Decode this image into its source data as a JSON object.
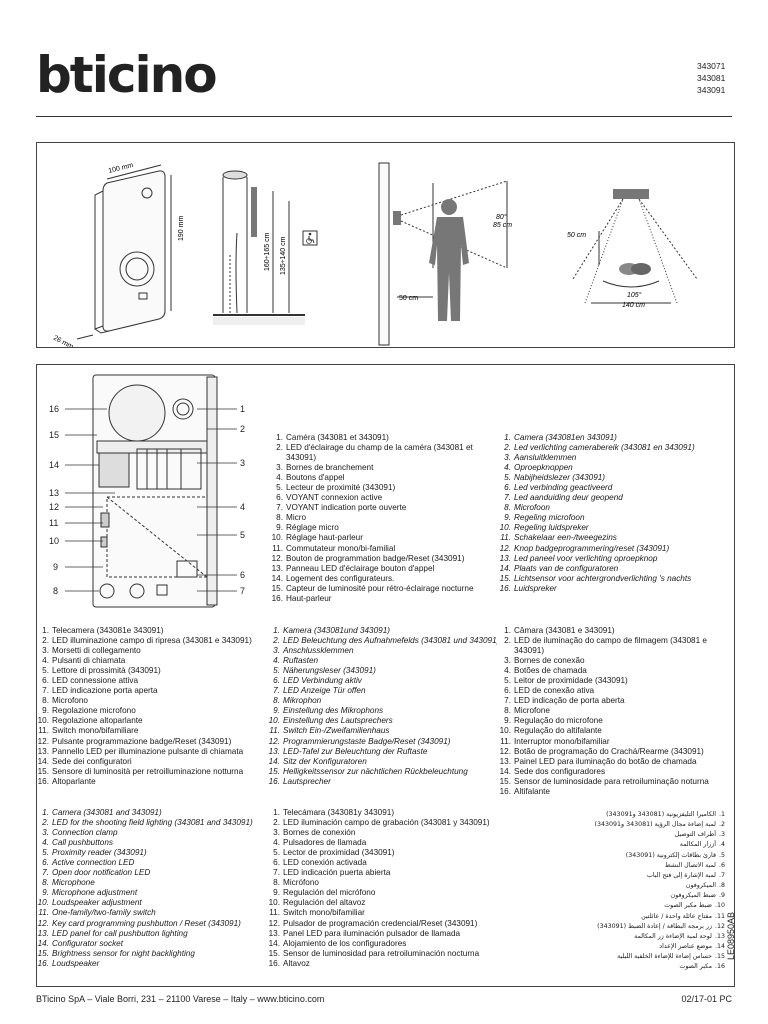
{
  "header": {
    "logo": "bticino",
    "codes": [
      "343071",
      "343081",
      "343091"
    ]
  },
  "figure1": {
    "dim_width": "100 mm",
    "dim_height": "190 mm",
    "dim_depth": "26 mm",
    "dim_mount_a": "160÷165 cm",
    "dim_mount_b": "135÷140 cm",
    "dim_distance": "50 cm",
    "angle_vertical": "80°",
    "dist_vertical": "85 cm",
    "dist_top": "50 cm",
    "angle_horizontal": "105°",
    "dist_horizontal": "140 cm"
  },
  "figure2": {
    "callouts_left": [
      "16",
      "15",
      "14",
      "13",
      "12",
      "11",
      "10",
      "9",
      "8"
    ],
    "callouts_right": [
      "1",
      "2",
      "3",
      "4",
      "5",
      "6",
      "7"
    ]
  },
  "lists": {
    "fr": [
      "Caméra (343081 et 343091)",
      "LED d'éclairage du champ de la caméra (343081 et 343091)",
      "Bornes de branchement",
      "Boutons d'appel",
      "Lecteur de proximité (343091)",
      "VOYANT connexion active",
      "VOYANT indication porte ouverte",
      "Micro",
      "Réglage micro",
      "Réglage haut-parleur",
      "Commutateur mono/bi-familial",
      "Bouton de programmation badge/Reset (343091)",
      "Panneau LED d'éclairage bouton d'appel",
      "Logement des configurateurs.",
      "Capteur de luminosité pour rétro-éclairage nocturne",
      "Haut-parleur"
    ],
    "nl": [
      "Camera (343081en 343091)",
      "Led verlichting camerabereik (343081 en 343091)",
      "Aansluitklemmen",
      "Oproepknoppen",
      "Nabijheidslezer (343091)",
      "Led verbinding geactiveerd",
      "Led aanduiding deur geopend",
      "Microfoon",
      "Regeling microfoon",
      "Regeling luidspreker",
      "Schakelaar een-/tweegezins",
      "Knop badgeprogrammering/reset (343091)",
      "Led paneel voor verlichting oproepknop",
      "Plaats van de configuratoren",
      "Lichtsensor voor achtergrondverlichting 's nachts",
      "Luidspreker"
    ],
    "it": [
      "Telecamera (343081e 343091)",
      "LED illuminazione campo di ripresa (343081 e 343091)",
      "Morsetti di collegamento",
      "Pulsanti di chiamata",
      "Lettore di prossimità (343091)",
      "LED connessione attiva",
      "LED indicazione porta aperta",
      "Microfono",
      "Regolazione microfono",
      "Regolazione altoparlante",
      "Switch mono/bifamiliare",
      "Pulsante programmazione badge/Reset (343091)",
      "Pannello LED per illuminazione pulsante di chiamata",
      "Sede dei configuratori",
      "Sensore di luminosità per retroilluminazione notturna",
      "Altoparlante"
    ],
    "de": [
      "Kamera (343081und 343091)",
      "LED Beleuchtung des Aufnahmefelds (343081 und 343091)",
      "Anschlussklemmen",
      "Ruftasten",
      "Näherungsleser (343091)",
      "LED Verbindung aktiv",
      "LED Anzeige Tür offen",
      "Mikrophon",
      "Einstellung des Mikrophons",
      "Einstellung des Lautsprechers",
      "Switch Ein-/Zweifamilienhaus",
      "Programmierungstaste Badge/Reset (343091)",
      "LED-Tafel zur Beleuchtung der Ruftaste",
      "Sitz der Konfiguratoren",
      "Helligkeitssensor zur nächtlichen Rückbeleuchtung",
      "Lautsprecher"
    ],
    "pt": [
      "Câmara (343081 e 343091)",
      "LED de iluminação do campo de filmagem (343081 e 343091)",
      "Bornes de conexão",
      "Botões de chamada",
      "Leitor de proximidade (343091)",
      "LED de conexão ativa",
      "LED indicação de porta aberta",
      "Microfone",
      "Regulação do microfone",
      "Regulação do altifalante",
      "Interruptor mono/bifamiliar",
      "Botão de programação do Crachá/Rearme (343091)",
      "Painel LED para iluminação do botão de chamada",
      "Sede dos configuradores",
      "Sensor de luminosidade para retroiluminação noturna",
      "Altifalante"
    ],
    "en": [
      "Camera (343081 and 343091)",
      "LED for the shooting field lighting (343081 and 343091)",
      "Connection clamp",
      "Call pushbuttons",
      "Proximity reader (343091)",
      "Active connection LED",
      "Open door notification LED",
      "Microphone",
      "Microphone adjustment",
      "Loudspeaker adjustment",
      "One-family/two-family switch",
      "Key card programming pushbutton / Reset (343091)",
      "LED panel for call pushbutton lighting",
      "Configurator socket",
      "Brightness sensor for night backlighting",
      "Loudspeaker"
    ],
    "es": [
      "Telecámara (343081y 343091)",
      "LED iluminación campo de grabación (343081 y 343091)",
      "Bornes de conexión",
      "Pulsadores de llamada",
      "Lector de proximidad (343091)",
      "LED conexión activada",
      "LED indicación puerta abierta",
      "Micrófono",
      "Regulación del micrófono",
      "Regulación del altavoz",
      "Switch mono/bifamiliar",
      "Pulsador de programación credencial/Reset (343091)",
      "Panel LED para iluminación pulsador de llamada",
      "Alojamiento de los configuradores",
      "Sensor de luminosidad para retroiluminación nocturna",
      "Altavoz"
    ],
    "ar": [
      "الكاميرا التليفزيونية (343081 و343091)",
      "لمبة إضاءة مجال الرؤية (343081 و343091)",
      "أطراف التوصيل",
      "أزرار المكالمة",
      "قارئ بطاقات إلكترونية (343091)",
      "لمبة الاتصال النشط",
      "لمبة الإشارة إلى فتح الباب",
      "الميكروفون",
      "ضبط الميكروفون",
      "ضبط مكبر الصوت",
      "مفتاح عائلة واحدة / عائلتين",
      "زر برمجة البطاقة / إعادة الضبط (343091)",
      "لوحة لمبة الإضاءة زر المكالمة",
      "موضع عناصر الإعداد",
      "حساس إضاءة للإضاءة الخلفية الليلية",
      "مكبر الصوت"
    ]
  },
  "footer": {
    "address": "BTicino SpA – Viale Borri, 231 – 21100 Varese – Italy – www.bticino.com",
    "date_code": "02/17-01 PC",
    "doc_code": "LE08950AB"
  }
}
